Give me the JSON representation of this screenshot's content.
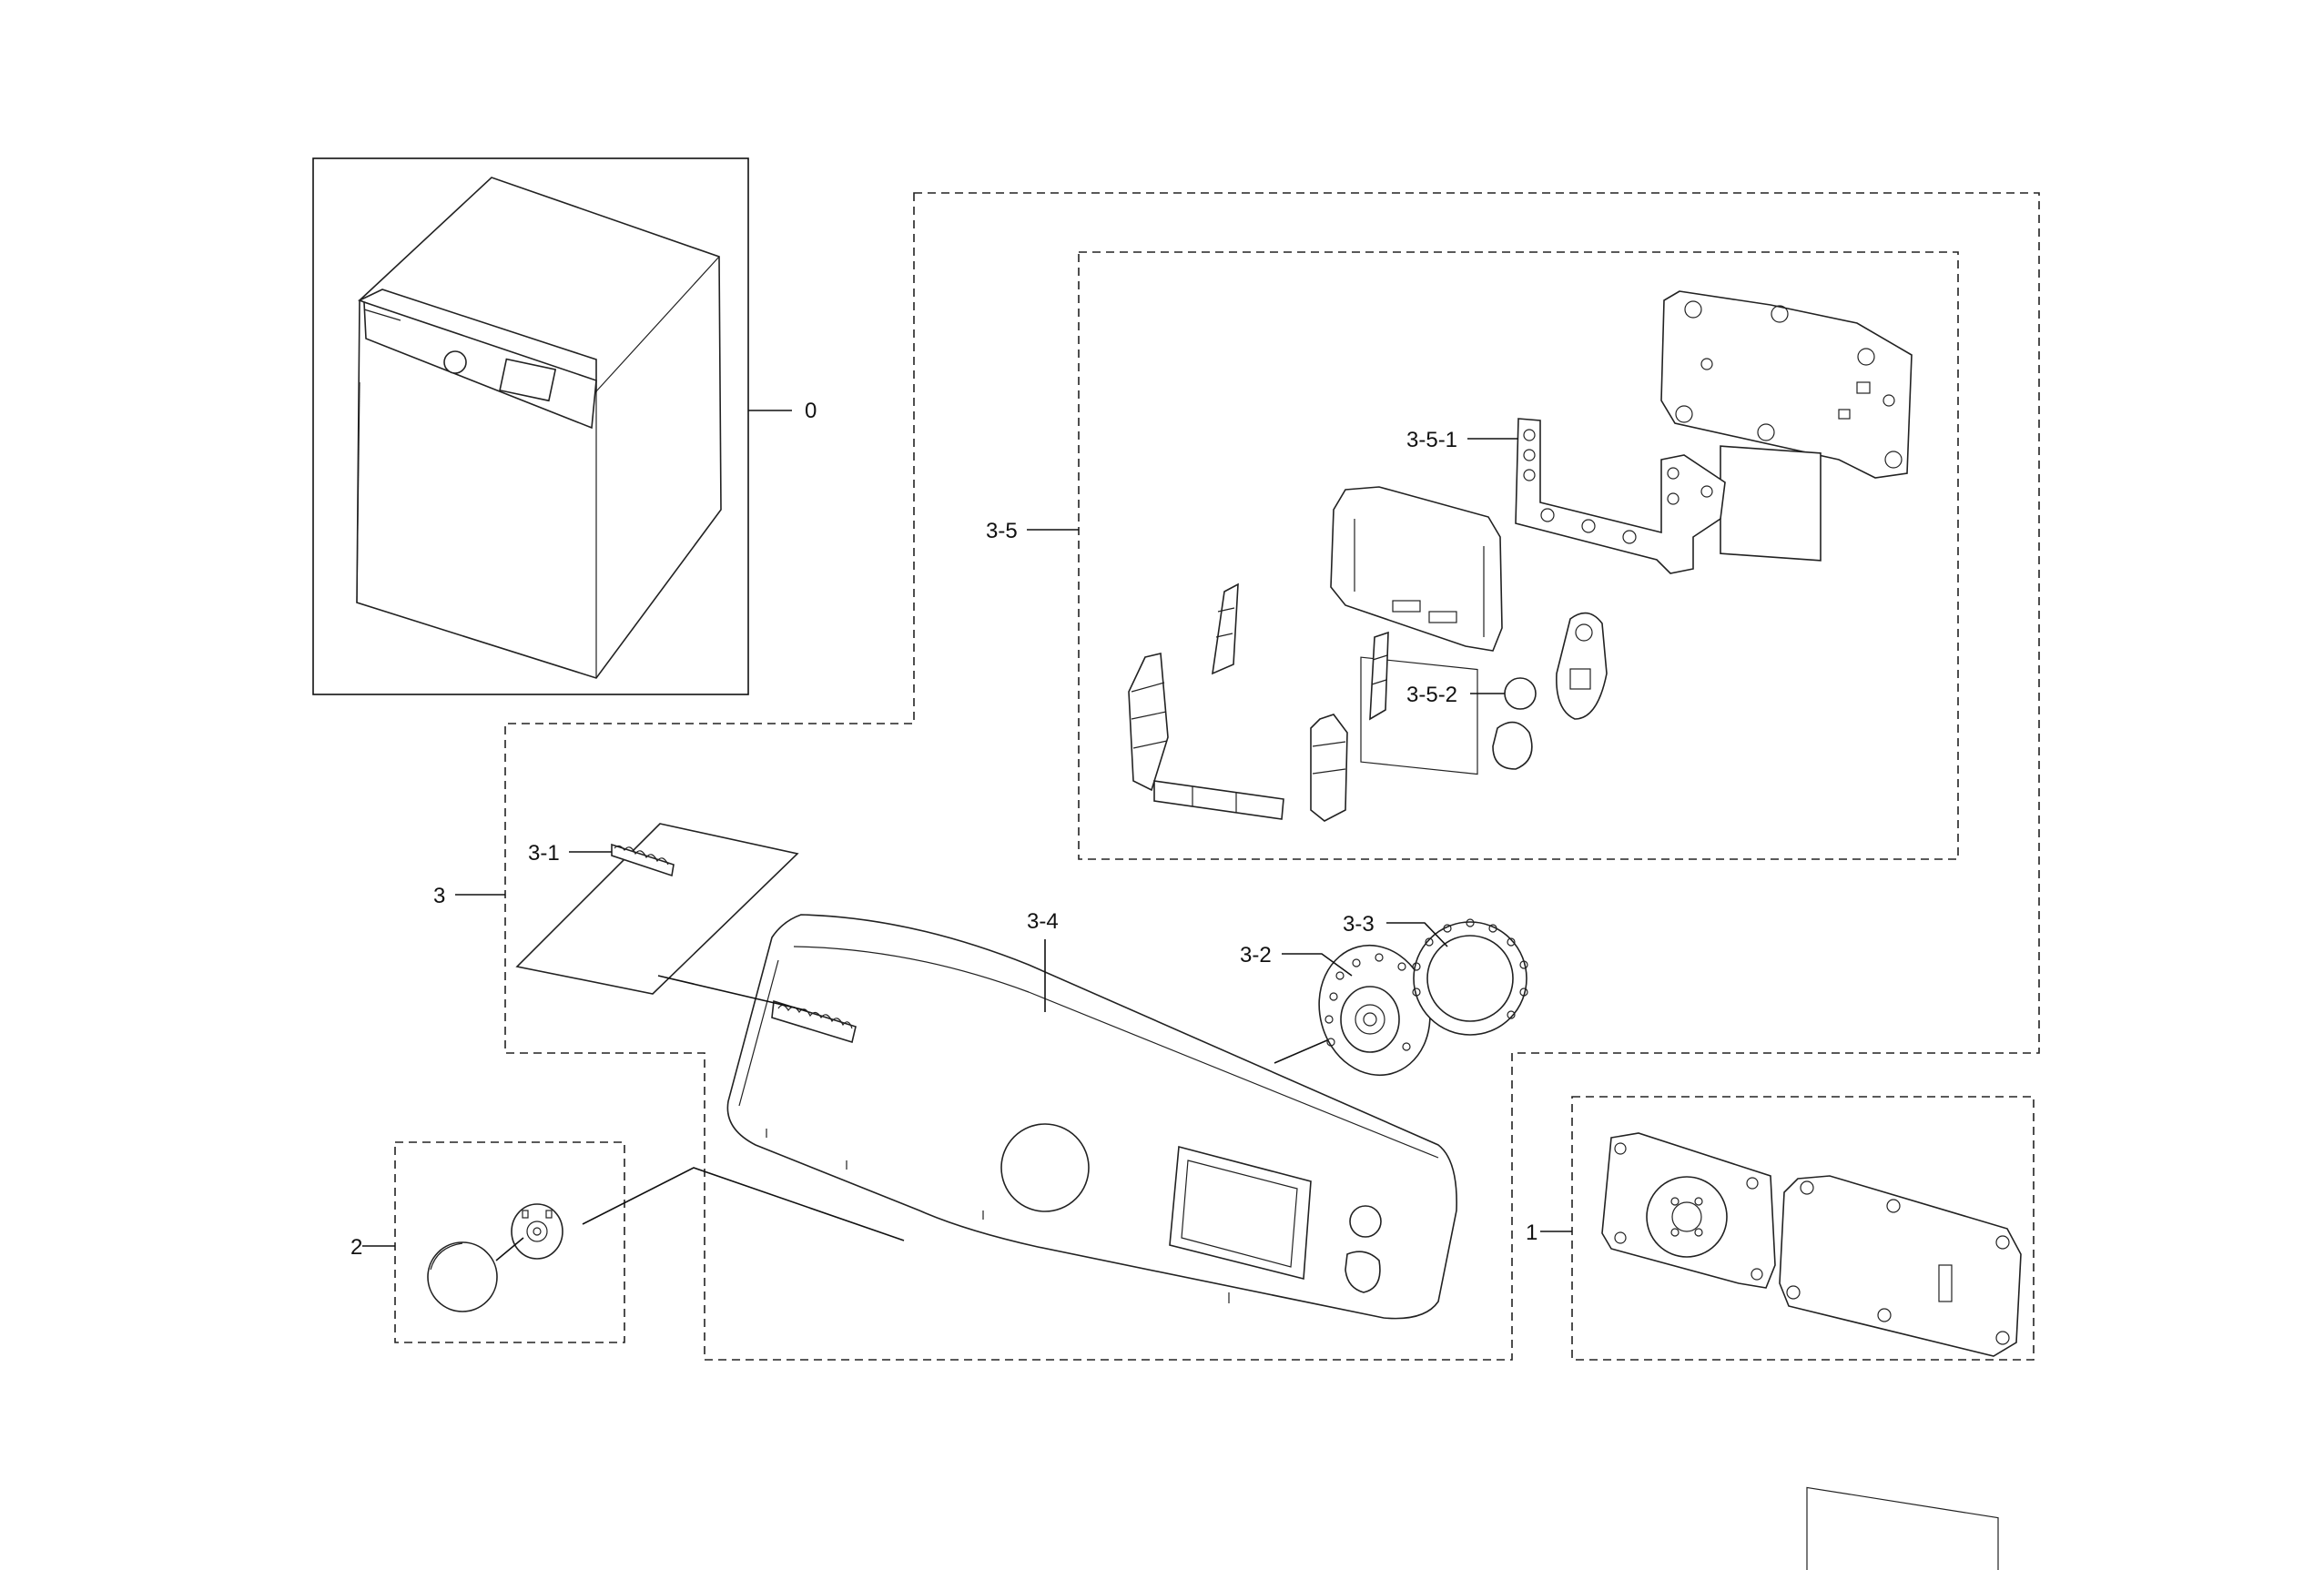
{
  "labels": {
    "l0": "0",
    "l1": "1",
    "l2": "2",
    "l3": "3",
    "l3_1": "3-1",
    "l3_2": "3-2",
    "l3_3": "3-3",
    "l3_4": "3-4",
    "l3_5": "3-5",
    "l3_5_1": "3-5-1",
    "l3_5_2": "3-5-2"
  },
  "icons": {
    "dryer": "dryer-cabinet-icon",
    "panel": "control-panel-icon",
    "knob": "knob-icon",
    "pcb": "pcb-board-icon"
  }
}
